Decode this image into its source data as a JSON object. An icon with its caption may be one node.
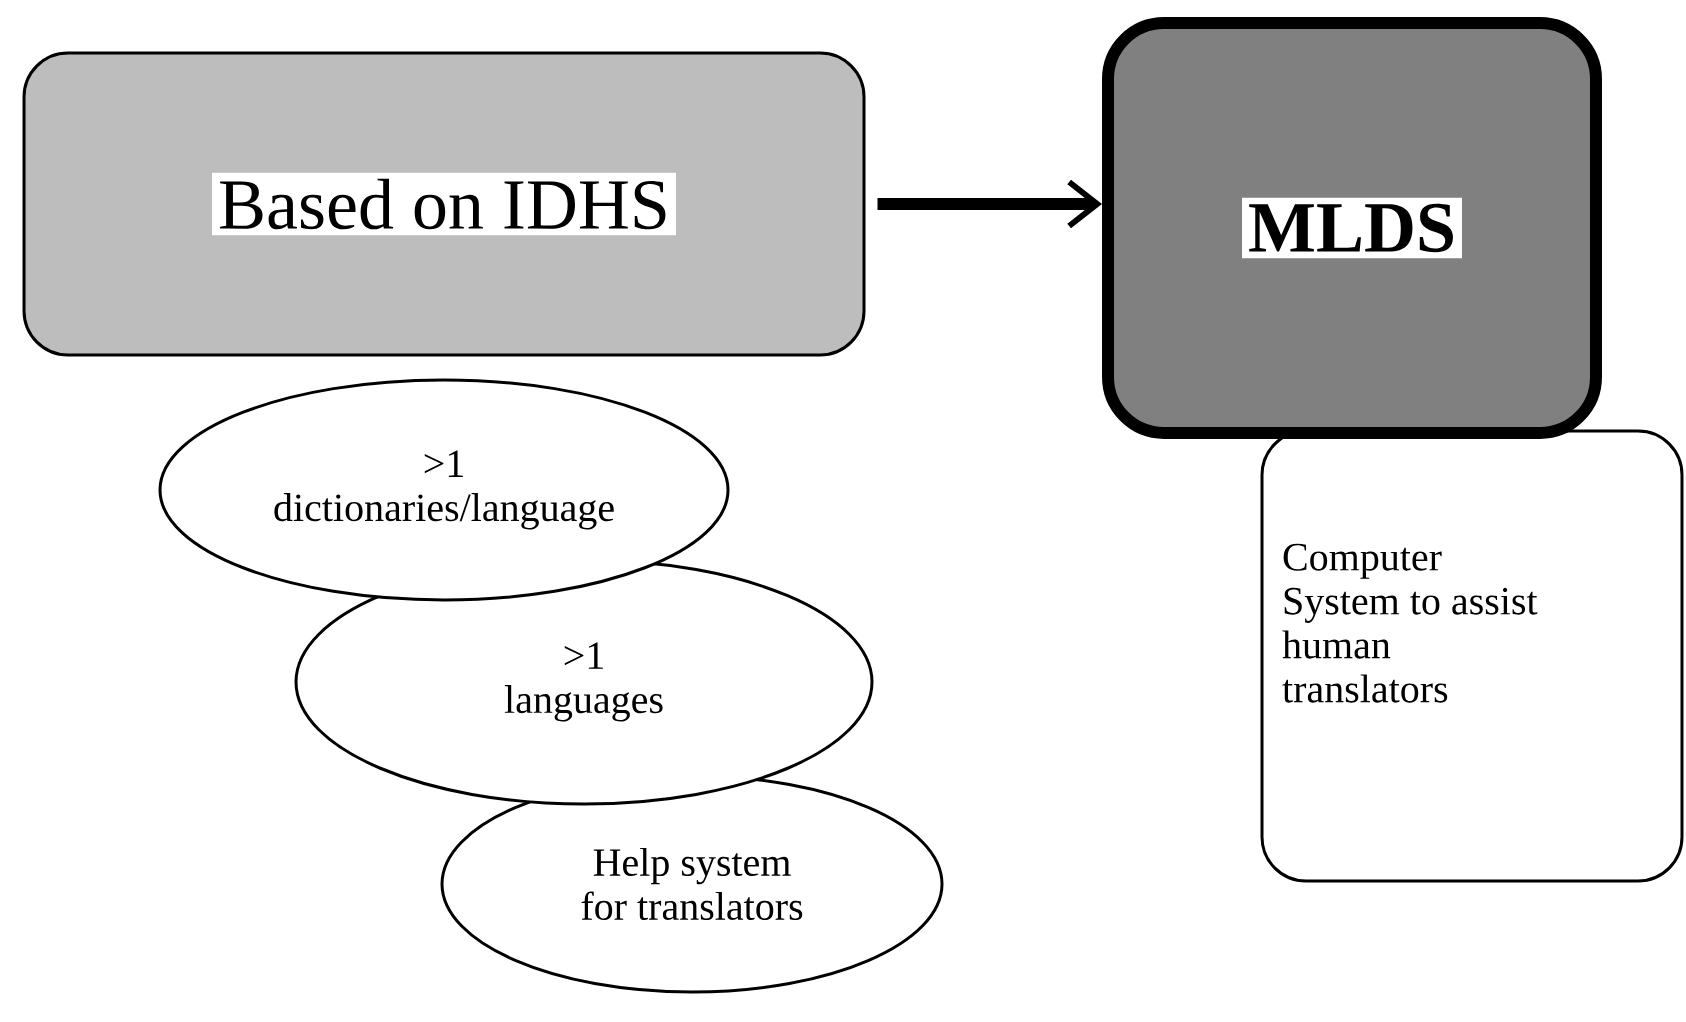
{
  "diagram": {
    "nodes": [
      {
        "text": [
          "Based on IDHS"
        ]
      },
      {
        "text": [
          "MLDS"
        ]
      },
      {
        "text": [
          ">1 dictionaries/language"
        ]
      },
      {
        "text": [
          ">1 languages"
        ]
      },
      {
        "text": [
          "Help system for translators"
        ]
      },
      {
        "text": [
          "Computer System to assist human translators"
        ]
      }
    ],
    "edges": [
      {
        "from": 0,
        "to": 1,
        "arrow": "to"
      }
    ]
  }
}
